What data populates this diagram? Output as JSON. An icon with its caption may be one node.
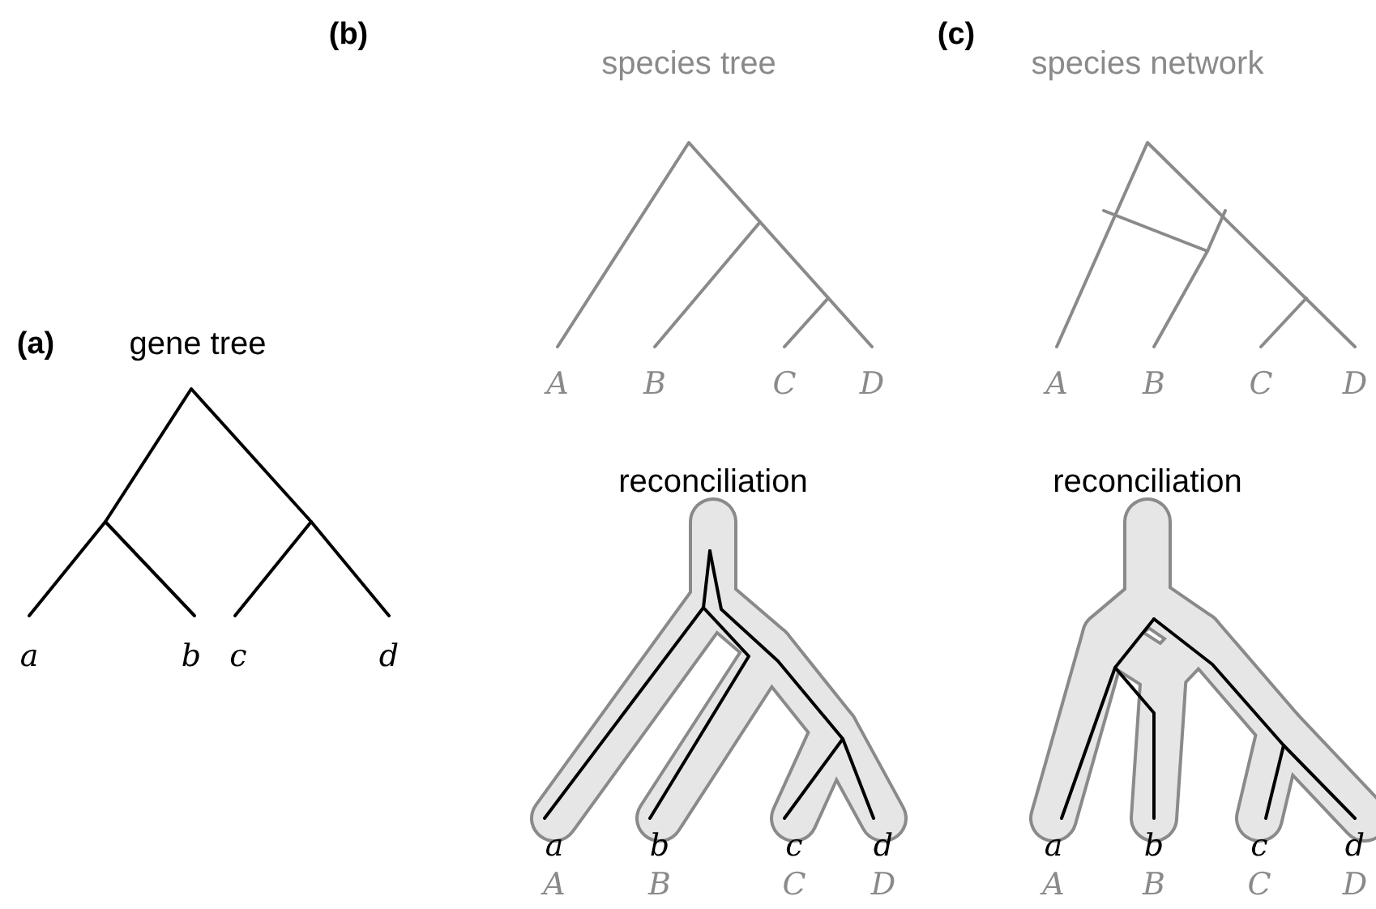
{
  "diagram": {
    "labels": [
      "(a)",
      "gene tree",
      "a",
      "b",
      "c",
      "d",
      "(b)",
      "species tree",
      "A",
      "B",
      "C",
      "D",
      "reconciliation",
      "a",
      "b",
      "c",
      "d",
      "A",
      "B",
      "C",
      "D",
      "(c)",
      "species network",
      "A",
      "B",
      "C",
      "D",
      "reconciliation",
      "a",
      "b",
      "c",
      "d",
      "A",
      "B",
      "C",
      "D"
    ]
  }
}
